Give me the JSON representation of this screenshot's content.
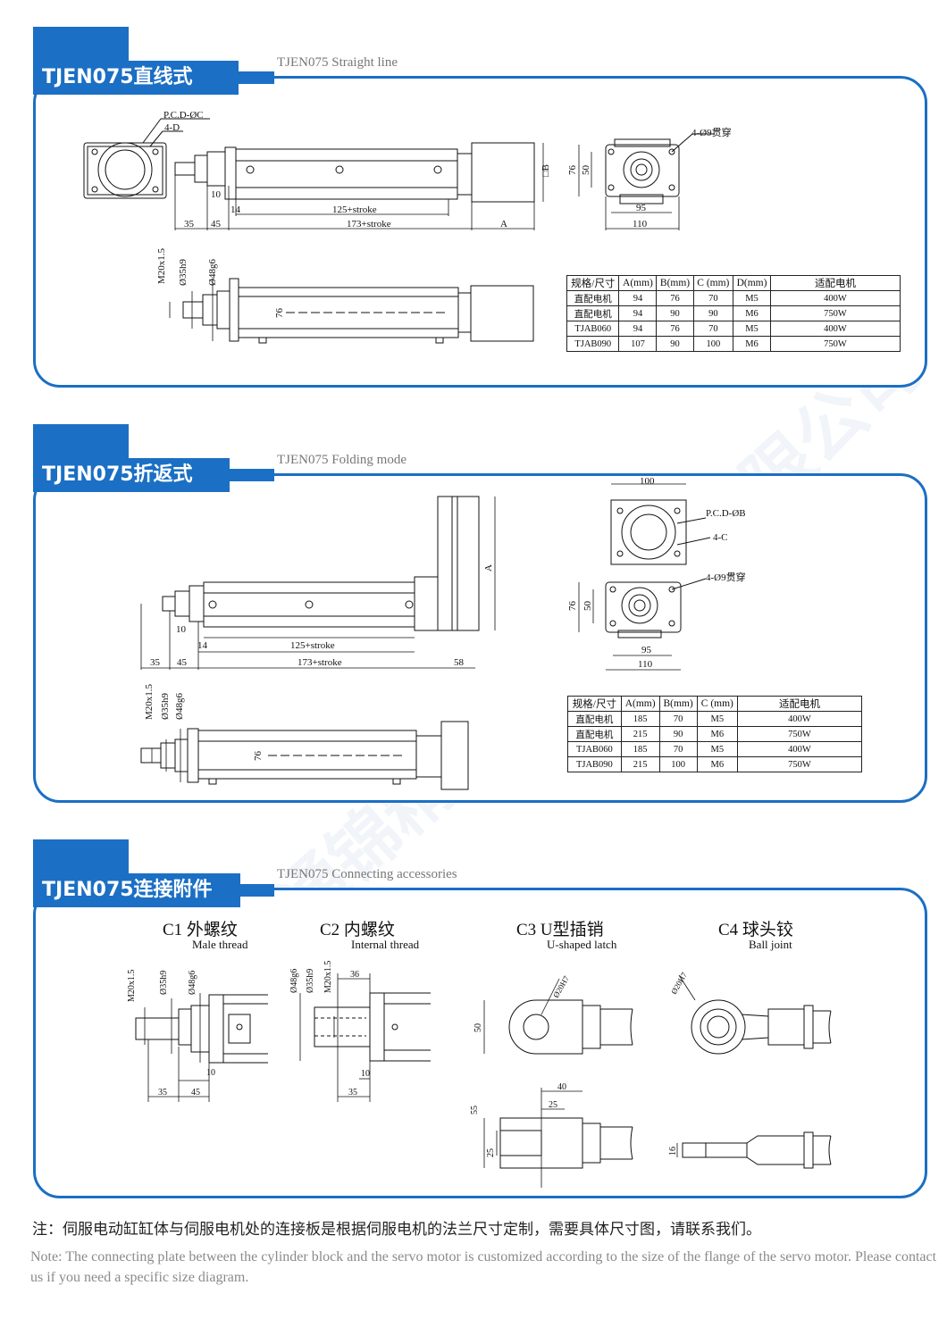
{
  "sections": [
    {
      "title": "TJEN075直线式",
      "subtitle": "TJEN075 Straight line"
    },
    {
      "title": "TJEN075折返式",
      "subtitle": "TJEN075 Folding mode"
    },
    {
      "title": "TJEN075连接附件",
      "subtitle": "TJEN075 Connecting accessories"
    }
  ],
  "straight": {
    "flange_pcd": "P.C.D-ØC",
    "flange_holes": "4-D",
    "thru_holes": "4-Ø9贯穿",
    "dims": {
      "d10": "10",
      "d14": "14",
      "d35": "35",
      "d45": "45",
      "stroke125": "125+stroke",
      "stroke173": "173+stroke",
      "dA": "A",
      "dB": "□B",
      "d76": "76",
      "d50": "50",
      "d95": "95",
      "d110": "110"
    },
    "side_dims": {
      "thread": "M20x1.5",
      "d35h9": "Ø35h9",
      "d48g6": "Ø48g6",
      "d76": "76"
    },
    "table": {
      "headers": [
        "规格/尺寸",
        "A(mm)",
        "B(mm)",
        "C (mm)",
        "D(mm)",
        "适配电机"
      ],
      "rows": [
        [
          "直配电机",
          "94",
          "76",
          "70",
          "M5",
          "400W"
        ],
        [
          "直配电机",
          "94",
          "90",
          "90",
          "M6",
          "750W"
        ],
        [
          "TJAB060",
          "94",
          "76",
          "70",
          "M5",
          "400W"
        ],
        [
          "TJAB090",
          "107",
          "90",
          "100",
          "M6",
          "750W"
        ]
      ]
    }
  },
  "folding": {
    "dims": {
      "d100": "100",
      "pcd": "P.C.D-ØB",
      "holesC": "4-C",
      "thru": "4-Ø9贯穿",
      "d76": "76",
      "d50": "50",
      "d95": "95",
      "d110": "110",
      "dA": "A",
      "d10": "10",
      "d14": "14",
      "d35": "35",
      "d45": "45",
      "d58": "58",
      "stroke125": "125+stroke",
      "stroke173": "173+stroke"
    },
    "side_dims": {
      "thread": "M20x1.5",
      "d35h9": "Ø35h9",
      "d48g6": "Ø48g6",
      "d76": "76"
    },
    "table": {
      "headers": [
        "规格/尺寸",
        "A(mm)",
        "B(mm)",
        "C (mm)",
        "适配电机"
      ],
      "rows": [
        [
          "直配电机",
          "185",
          "70",
          "M5",
          "400W"
        ],
        [
          "直配电机",
          "215",
          "90",
          "M6",
          "750W"
        ],
        [
          "TJAB060",
          "185",
          "70",
          "M5",
          "400W"
        ],
        [
          "TJAB090",
          "215",
          "100",
          "M6",
          "750W"
        ]
      ]
    }
  },
  "accessories": {
    "items": [
      {
        "title": "C1  外螺纹",
        "subtitle": "Male thread"
      },
      {
        "title": "C2  内螺纹",
        "subtitle": "Internal thread"
      },
      {
        "title": "C3  U型插销",
        "subtitle": "U-shaped latch"
      },
      {
        "title": "C4  球头铰",
        "subtitle": "Ball joint"
      }
    ],
    "c1": {
      "thread": "M20x1.5",
      "d35h9": "Ø35h9",
      "d48g6": "Ø48g6",
      "d10": "10",
      "d35": "35",
      "d45": "45"
    },
    "c2": {
      "d48g6": "Ø48g6",
      "d35h9": "Ø35h9",
      "thread": "M20x1.5",
      "d36": "36",
      "d10": "10",
      "d35": "35"
    },
    "c3": {
      "hole": "Ø20H7",
      "d50": "50",
      "d40": "40",
      "d25a": "25",
      "d55": "55",
      "d25b": "25"
    },
    "c4": {
      "hole": "Ø20H7",
      "d16": "16"
    }
  },
  "note": {
    "cn": "注：伺服电动缸缸体与伺服电机处的连接板是根据伺服电机的法兰尺寸定制，需要具体尺寸图，请联系我们。",
    "en": "Note: The connecting plate between the cylinder block and the servo motor is customized according to the size of the flange of the servo motor. Please contact us if you need a specific size diagram."
  },
  "watermark": "杭州通锦精密工业股份有限公司",
  "colors": {
    "brand": "#1b6fc4",
    "line": "#111111"
  }
}
